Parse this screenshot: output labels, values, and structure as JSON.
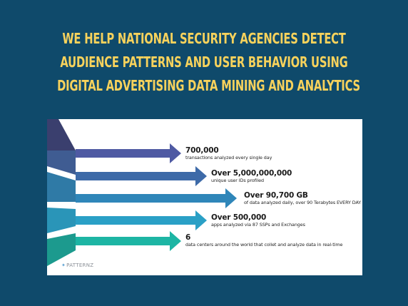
{
  "headline": {
    "lines": [
      "WE HELP NATIONAL SECURITY AGENCIES DETECT",
      "AUDIENCE PATTERNS AND USER BEHAVIOR USING",
      "DIGITAL ADVERTISING  DATA MINING AND ANALYTICS"
    ]
  },
  "colors": {
    "background": "#0f4a6b",
    "headline": "#f7d25c",
    "arrow_1": "#4f5aa3",
    "arrow_2": "#3d6aa8",
    "arrow_3": "#2f86b9",
    "arrow_4": "#2aa0c6",
    "arrow_5": "#1db5a4"
  },
  "stats": [
    {
      "value": "700,000",
      "description": "transactions analyzed every single day"
    },
    {
      "value": "Over 5,000,000,000",
      "description": "unique user IDs profiled"
    },
    {
      "value": "Over 90,700 GB",
      "description": "of data analyzed daily, over 90 Terabytes EVERY DAY"
    },
    {
      "value": "Over 500,000",
      "description": "apps analyzed via 87 SSPs and Exchanges"
    },
    {
      "value": "6",
      "description": "data centers around the world that collet and analyze data in real-time"
    }
  ],
  "logo": {
    "mark": "✦",
    "text": "PATTERNZ"
  }
}
